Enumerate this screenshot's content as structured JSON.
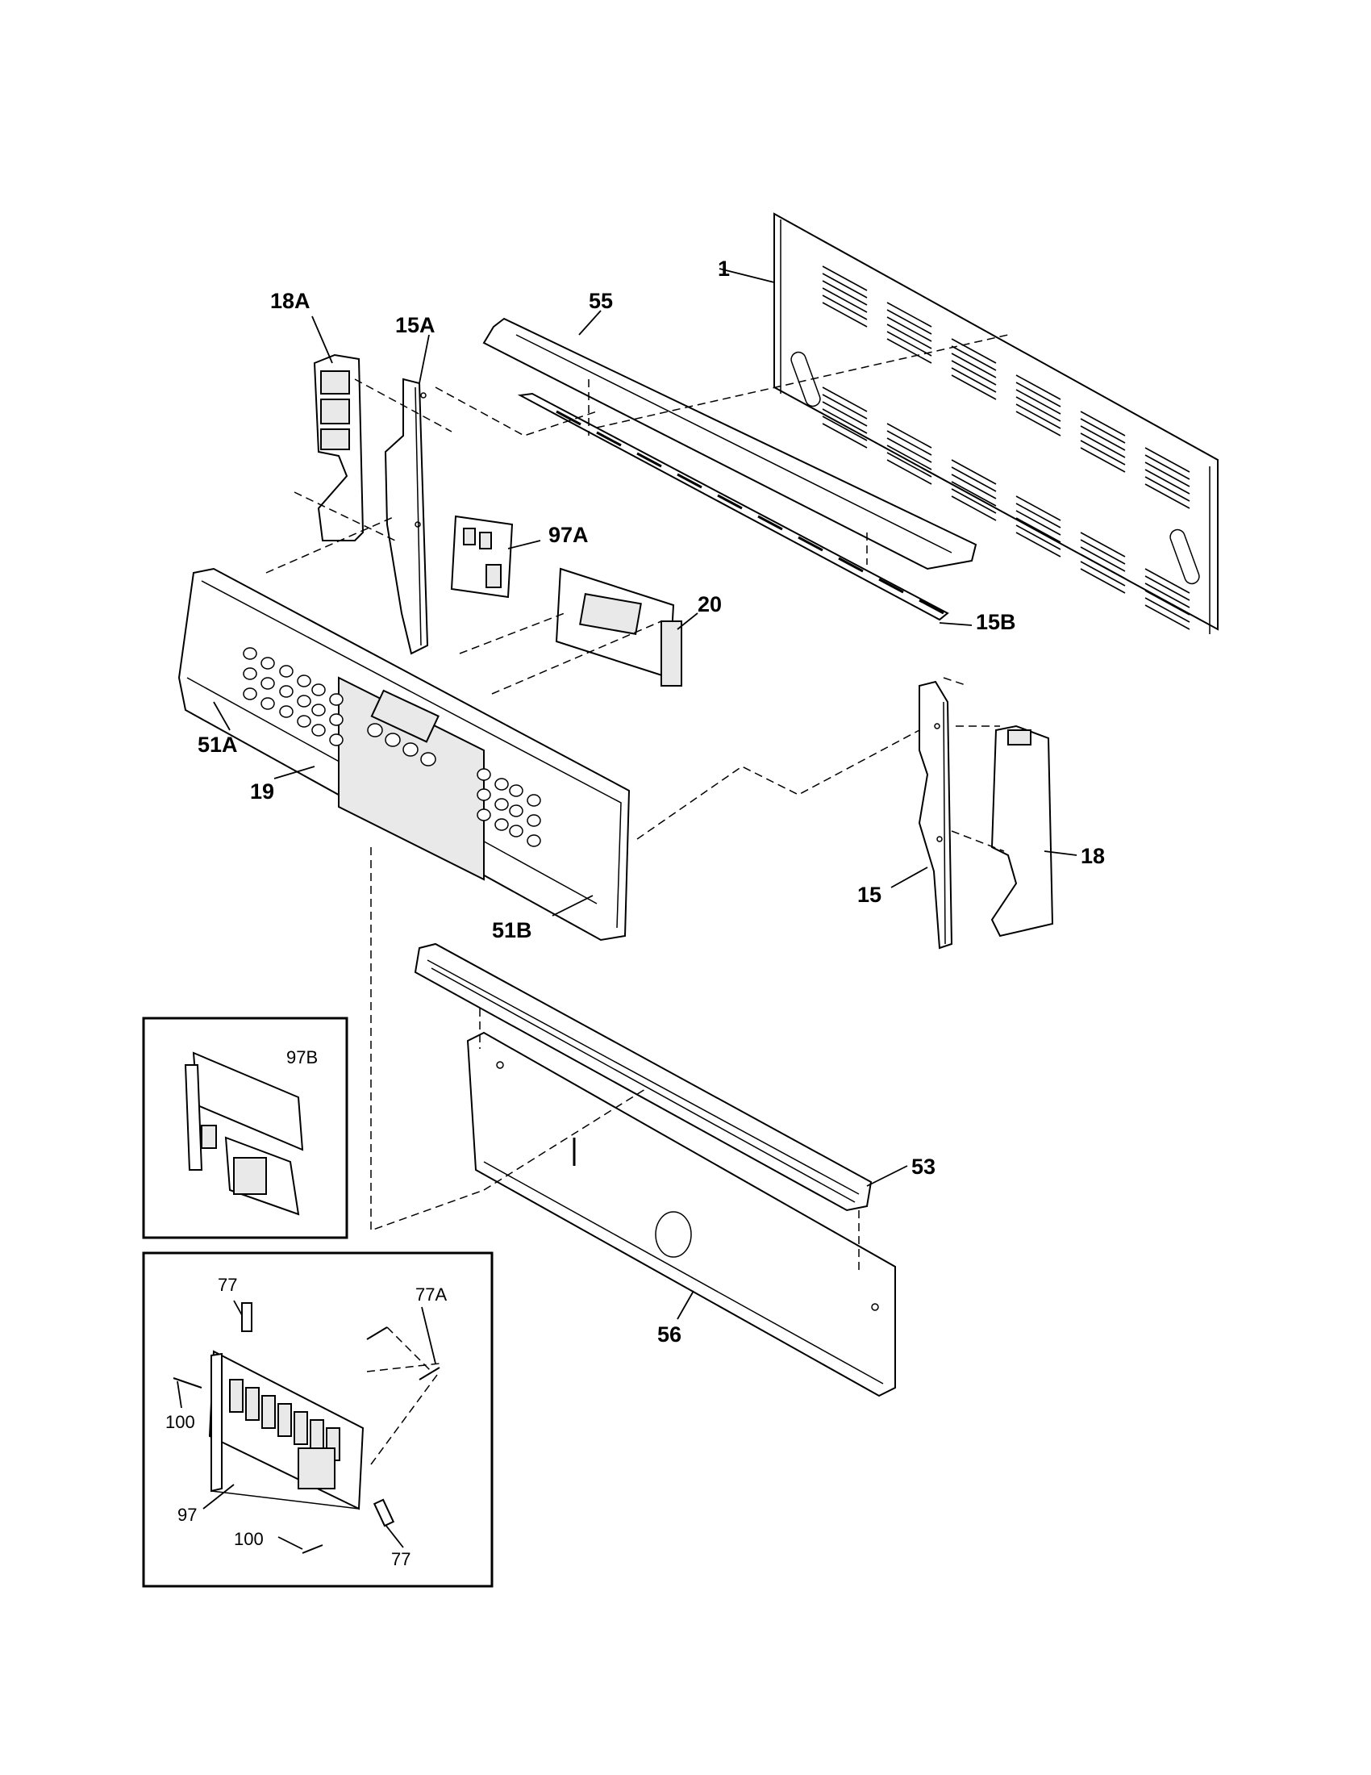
{
  "callouts": {
    "p1": "1",
    "p15": "15",
    "p15a": "15A",
    "p15b": "15B",
    "p18": "18",
    "p18a": "18A",
    "p19": "19",
    "p20": "20",
    "p51a": "51A",
    "p51b": "51B",
    "p53": "53",
    "p55": "55",
    "p56": "56",
    "p97a": "97A"
  },
  "inset_top": {
    "p97b": "97B"
  },
  "inset_bottom": {
    "p77_top": "77",
    "p77a": "77A",
    "p100_left": "100",
    "p97": "97",
    "p100_bottom": "100",
    "p77_bottom": "77"
  }
}
